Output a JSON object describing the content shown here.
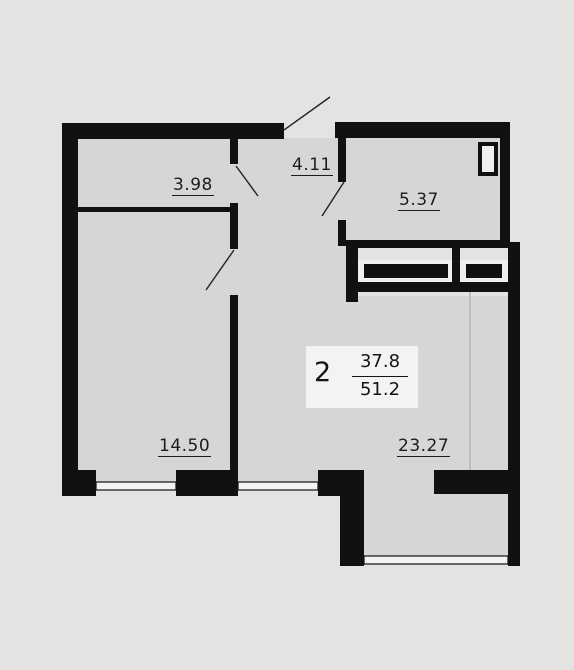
{
  "rooms": [
    {
      "id": "storage",
      "area": "3.98"
    },
    {
      "id": "hallway",
      "area": "4.11"
    },
    {
      "id": "bathroom",
      "area": "5.37"
    },
    {
      "id": "bedroom",
      "area": "14.50"
    },
    {
      "id": "living-room",
      "area": "23.27"
    }
  ],
  "summary": {
    "rooms": "2",
    "living_area": "37.8",
    "total_area": "51.2"
  },
  "colors": {
    "background": "#e3e3e1",
    "floor": "#d6d6d4",
    "wall": "#111111",
    "summary_box": "#f3f3f2"
  }
}
